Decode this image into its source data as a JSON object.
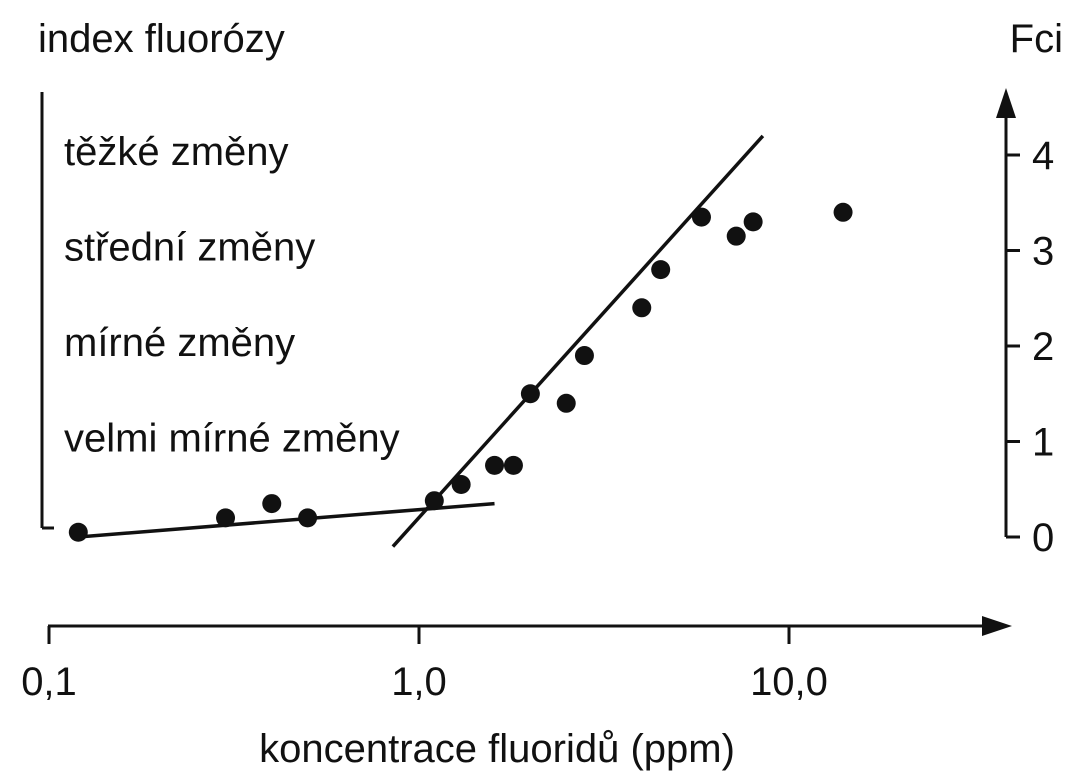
{
  "chart_data": {
    "type": "scatter",
    "left_axis_title": "index fluorózy",
    "right_axis_title": "Fci",
    "xlabel": "koncentrace fluoridů (ppm)",
    "x_scale": "log",
    "x_ticks": [
      {
        "value": 0.1,
        "label": "0,1"
      },
      {
        "value": 1.0,
        "label": "1,0"
      },
      {
        "value": 10.0,
        "label": "10,0"
      }
    ],
    "ylim": [
      0,
      4.5
    ],
    "y_ticks": [
      {
        "value": 0,
        "label": "0"
      },
      {
        "value": 1,
        "label": "1"
      },
      {
        "value": 2,
        "label": "2"
      },
      {
        "value": 3,
        "label": "3"
      },
      {
        "value": 4,
        "label": "4"
      }
    ],
    "categories": [
      {
        "label": "těžké změny",
        "level": 4
      },
      {
        "label": "střední změny",
        "level": 3
      },
      {
        "label": "mírné změny",
        "level": 2
      },
      {
        "label": "velmi mírné změny",
        "level": 1
      }
    ],
    "points": [
      {
        "x": 0.12,
        "y": 0.05
      },
      {
        "x": 0.3,
        "y": 0.2
      },
      {
        "x": 0.4,
        "y": 0.35
      },
      {
        "x": 0.5,
        "y": 0.2
      },
      {
        "x": 1.1,
        "y": 0.38
      },
      {
        "x": 1.3,
        "y": 0.55
      },
      {
        "x": 1.6,
        "y": 0.75
      },
      {
        "x": 1.8,
        "y": 0.75
      },
      {
        "x": 2.0,
        "y": 1.5
      },
      {
        "x": 2.5,
        "y": 1.4
      },
      {
        "x": 2.8,
        "y": 1.9
      },
      {
        "x": 4.0,
        "y": 2.4
      },
      {
        "x": 4.5,
        "y": 2.8
      },
      {
        "x": 5.8,
        "y": 3.35
      },
      {
        "x": 7.2,
        "y": 3.15
      },
      {
        "x": 8.0,
        "y": 3.3
      },
      {
        "x": 14.0,
        "y": 3.4
      }
    ],
    "fit_lines": [
      {
        "x": [
          0.12,
          1.6
        ],
        "y": [
          0.0,
          0.35
        ]
      },
      {
        "x": [
          0.85,
          8.5
        ],
        "y": [
          -0.1,
          4.2
        ]
      }
    ],
    "grid": false
  }
}
